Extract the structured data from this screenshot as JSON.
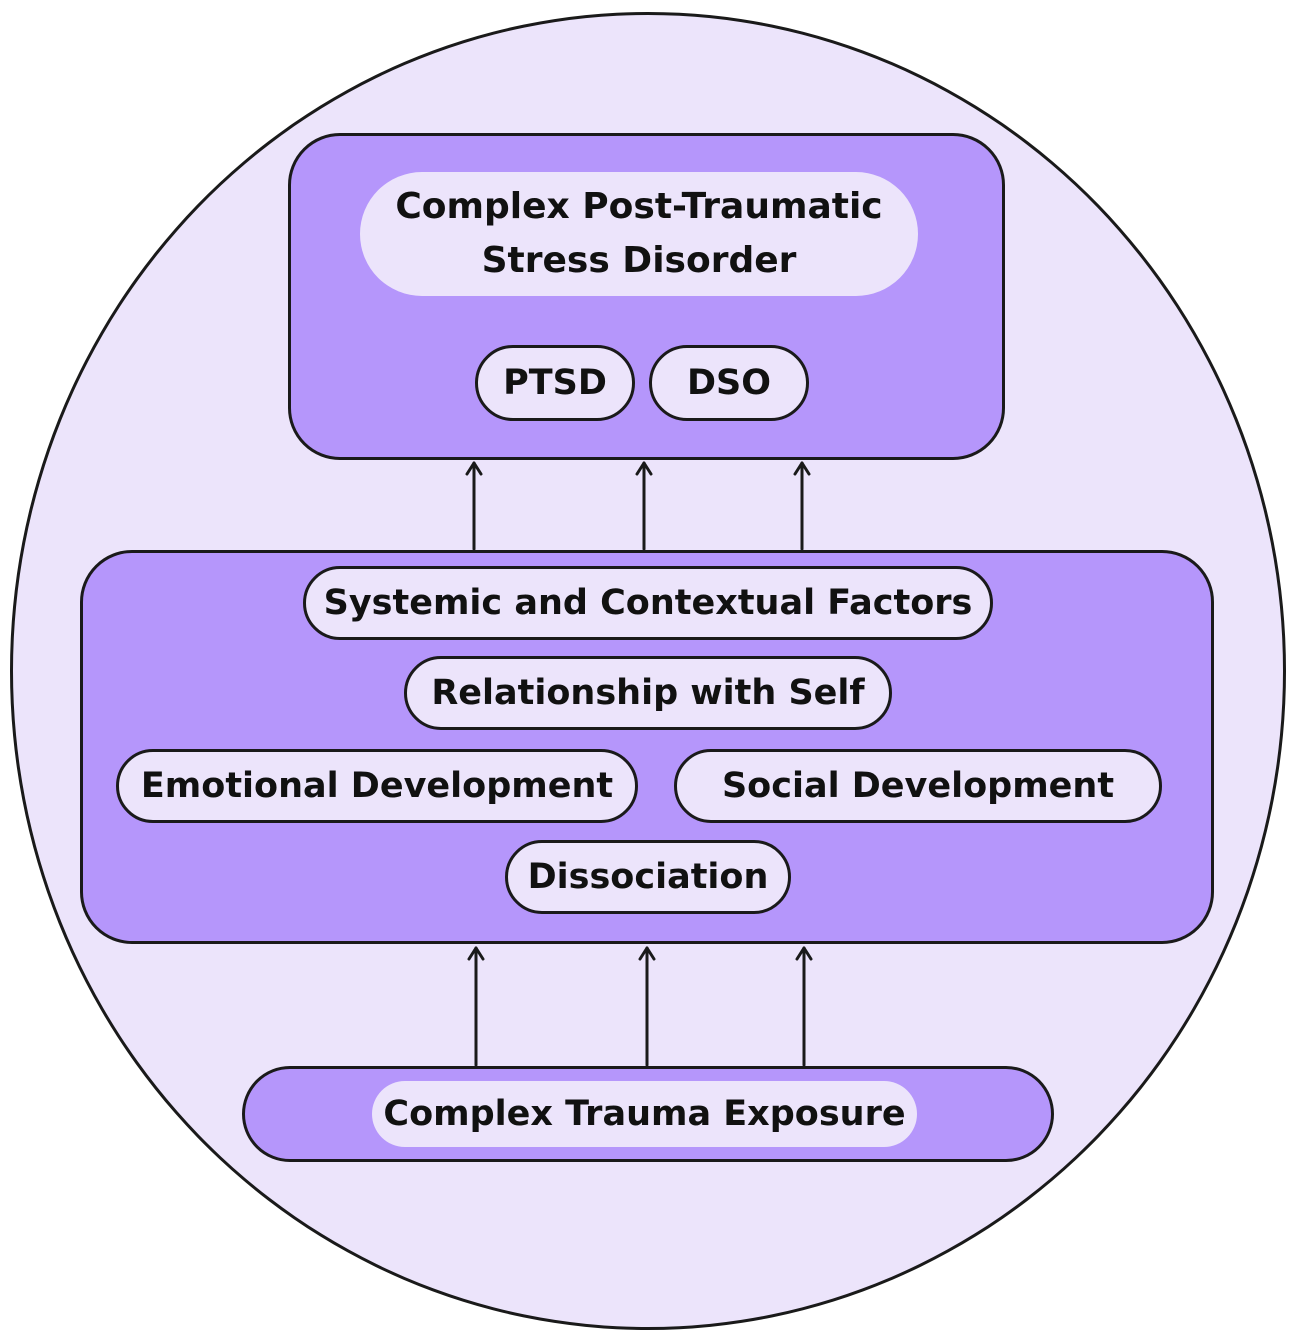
{
  "outcome": {
    "title_lines": [
      "Complex Post-Traumatic",
      "Stress Disorder"
    ],
    "components": [
      "PTSD",
      "DSO"
    ]
  },
  "mediators": {
    "items": [
      "Systemic and Contextual Factors",
      "Relationship with Self",
      "Emotional Development",
      "Social Development",
      "Dissociation"
    ]
  },
  "exposure": {
    "label": "Complex Trauma Exposure"
  },
  "colors": {
    "background_circle": "#ece4fb",
    "box_fill": "#b596fb",
    "pill_fill": "#ece4fb",
    "stroke": "#1a1a1a"
  }
}
